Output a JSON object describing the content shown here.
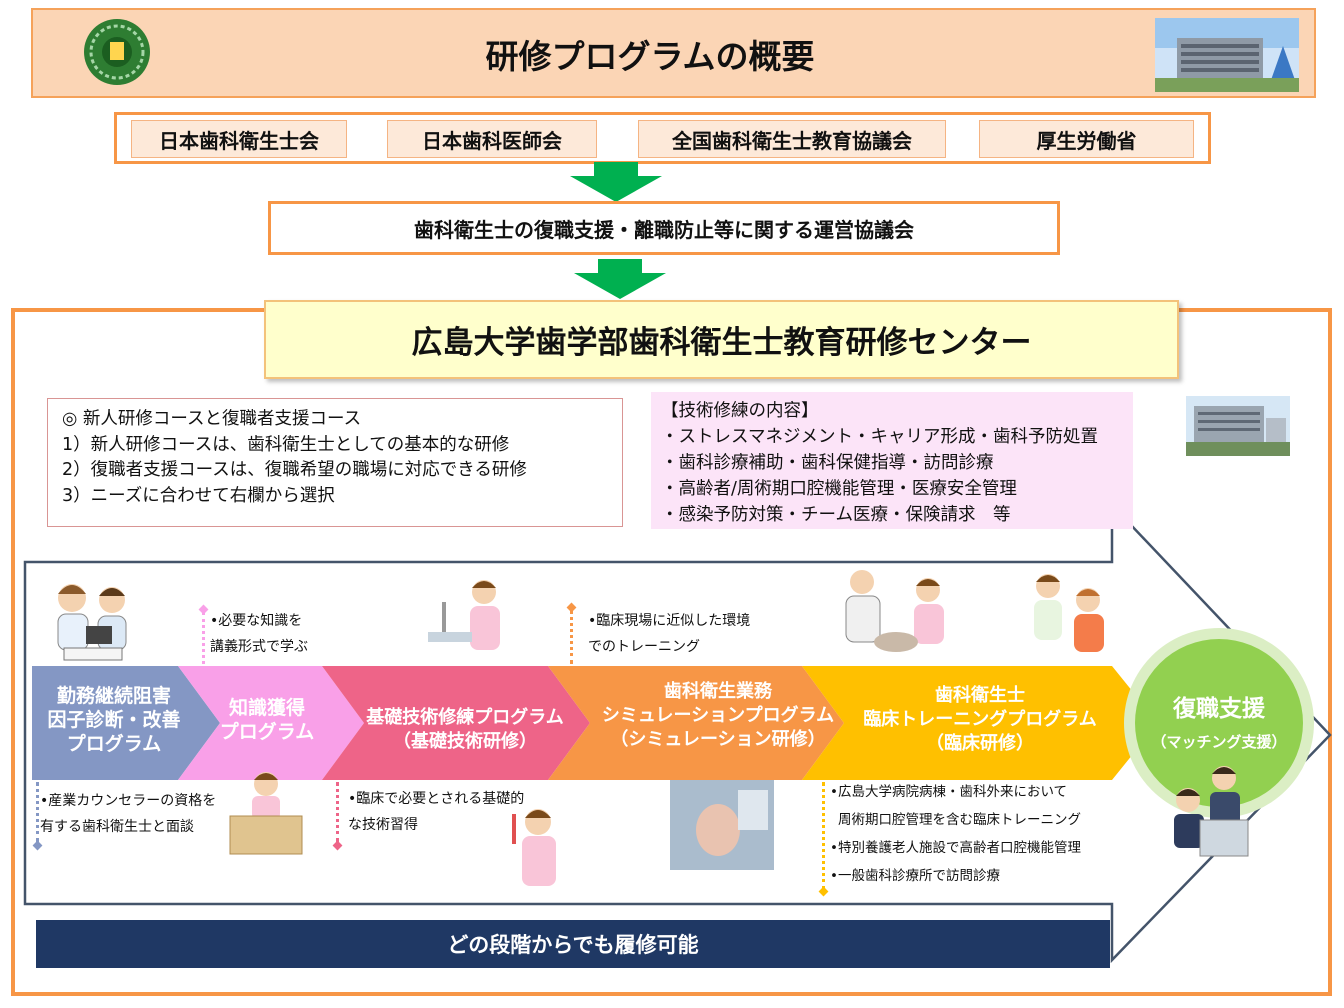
{
  "header": {
    "title": "研修プログラムの概要"
  },
  "organizations": [
    "日本歯科衛生士会",
    "日本歯科医師会",
    "全国歯科衛生士教育協議会",
    "厚生労働省"
  ],
  "council": "歯科衛生士の復職支援・離職防止等に関する運営協議会",
  "center": {
    "title": "広島大学歯学部歯科衛生士教育研修センター"
  },
  "courses": {
    "lines": [
      "◎ 新人研修コースと復職者支援コース",
      "1）新人研修コースは、歯科衛生士としての基本的な研修",
      "2）復職者支援コースは、復職希望の職場に対応できる研修",
      "3）ニーズに合わせて右欄から選択"
    ]
  },
  "tech": {
    "heading": "【技術修練の内容】",
    "items": [
      "・ストレスマネジメント・キャリア形成・歯科予防処置",
      "・歯科診療補助・歯科保健指導・訪問診療",
      "・高齢者/周術期口腔機能管理・医療安全管理",
      "・感染予防対策・チーム医療・保険請求　等"
    ]
  },
  "programs": [
    {
      "lines": [
        "勤務継続阻害",
        "因子診断・改善",
        "プログラム"
      ],
      "color": "#8497c4"
    },
    {
      "lines": [
        "知識獲得",
        "プログラム"
      ],
      "color": "#f9a0e8"
    },
    {
      "lines": [
        "基礎技術修練プログラム",
        "（基礎技術研修）"
      ],
      "color": "#ee6488"
    },
    {
      "lines": [
        "歯科衛生業務",
        "シミュレーションプログラム",
        "（シミュレーション研修）"
      ],
      "color": "#f79646"
    },
    {
      "lines": [
        "歯科衛生士",
        "臨床トレーニングプログラム",
        "（臨床研修）"
      ],
      "color": "#ffc000"
    }
  ],
  "goal": {
    "title": "復職支援",
    "subtitle": "（マッチング支援）"
  },
  "notes": {
    "knowledge": [
      "•必要な知識を",
      "講義形式で学ぶ"
    ],
    "simulation": [
      "•臨床現場に近似した環境",
      "でのトレーニング"
    ],
    "counseling": [
      "•産業カウンセラーの資格を",
      "有する歯科衛生士と面談"
    ],
    "basic": [
      "•臨床で必要とされる基礎的",
      "な技術習得"
    ],
    "clinical": [
      "•広島大学病院病棟・歯科外来において",
      "周術期口腔管理を含む臨床トレーニング",
      "•特別養護老人施設で高齢者口腔機能管理",
      "•一般歯科診療所で訪問診療"
    ]
  },
  "footer": "どの段階からでも履修可能",
  "colors": {
    "accent_orange": "#f79646",
    "arrow_green": "#00b050",
    "navy": "#1f3864"
  },
  "icons": [
    "university-logo",
    "campus-building-photo",
    "dental-illustration"
  ]
}
